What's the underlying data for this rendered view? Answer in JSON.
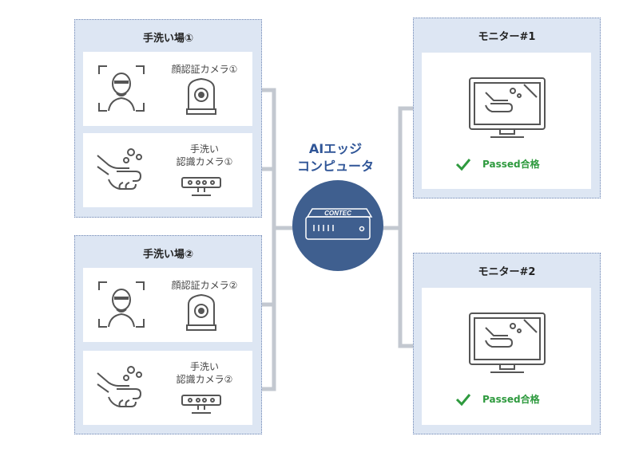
{
  "sites": [
    {
      "title": "手洗い場①",
      "face_camera_label": "顔認証カメラ①",
      "hand_camera_label_line1": "手洗い",
      "hand_camera_label_line2": "認識カメラ①"
    },
    {
      "title": "手洗い場②",
      "face_camera_label": "顔認証カメラ②",
      "hand_camera_label_line1": "手洗い",
      "hand_camera_label_line2": "認識カメラ②"
    }
  ],
  "edge": {
    "title_line1": "AIエッジ",
    "title_line2": "コンピュータ",
    "device_brand": "CONTEC"
  },
  "monitors": [
    {
      "title": "モニター#1",
      "status": "Passed合格"
    },
    {
      "title": "モニター#2",
      "status": "Passed合格"
    }
  ],
  "colors": {
    "group_bg": "#dde6f3",
    "group_border": "#6f86b3",
    "wire": "#c3c8d0",
    "hub": "#3f5f8f",
    "title_blue": "#2f5597",
    "pass_green": "#2e9a3e"
  },
  "icons": [
    "face-frame-icon",
    "ptz-camera-icon",
    "hand-wash-icon",
    "bar-camera-icon",
    "monitor-icon",
    "check-icon",
    "edge-device-icon"
  ]
}
